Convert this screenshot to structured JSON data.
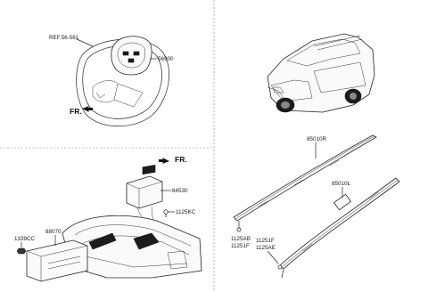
{
  "labels": {
    "ref_steering": "REF.56-561",
    "driver_airbag": "56900",
    "passenger_airbag": "84530",
    "bolt_passenger": "1125KC",
    "knee_airbag": "88070",
    "nut_knee": "1339CC",
    "curtain_right": "85010R",
    "curtain_left": "85010L",
    "fastener_right_a": "1125AB",
    "fastener_right_b": "11251F",
    "fastener_left_a": "11251F",
    "fastener_left_b": "1125AE"
  },
  "front_marks": {
    "top_left": "FR.",
    "bottom_left": "FR."
  },
  "icons": [
    "front-arrow-icon",
    "bolt-icon",
    "nut-icon"
  ]
}
